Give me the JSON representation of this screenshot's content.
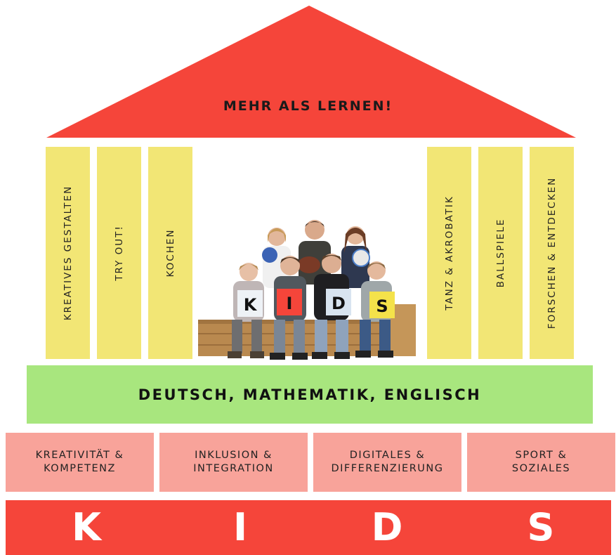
{
  "roof": {
    "title": "MEHR ALS LERNEN!",
    "color": "#f5453a"
  },
  "pillars": {
    "color": "#f2e675",
    "left": [
      "KREATIVES GESTALTEN",
      "TRY OUT!",
      "KOCHEN"
    ],
    "right": [
      "TANZ & AKROBATIK",
      "BALLSPIELE",
      "FORSCHEN & ENTDECKEN"
    ]
  },
  "photo": {
    "signs": [
      "K",
      "I",
      "D",
      "S"
    ]
  },
  "foundation": {
    "text": "DEUTSCH, MATHEMATIK, ENGLISCH",
    "color": "#a8e67e"
  },
  "values": {
    "color": "#f8a39a",
    "items": [
      {
        "line1": "KREATIVITÄT &",
        "line2": "KOMPETENZ"
      },
      {
        "line1": "INKLUSION &",
        "line2": "INTEGRATION"
      },
      {
        "line1": "DIGITALES &",
        "line2": "DIFFERENZIERUNG"
      },
      {
        "line1": "SPORT &",
        "line2": "SOZIALES"
      }
    ]
  },
  "base": {
    "letters": [
      "K",
      "I",
      "D",
      "S"
    ],
    "color": "#f5453a"
  }
}
